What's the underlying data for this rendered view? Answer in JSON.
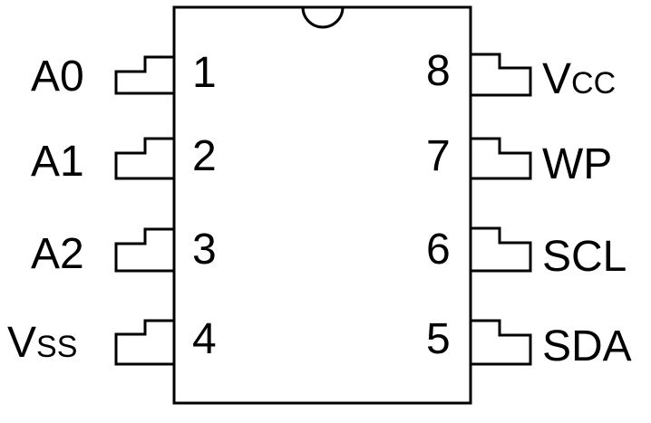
{
  "left_pins": [
    {
      "number": "1",
      "name_main": "A0",
      "name_sub": ""
    },
    {
      "number": "2",
      "name_main": "A1",
      "name_sub": ""
    },
    {
      "number": "3",
      "name_main": "A2",
      "name_sub": ""
    },
    {
      "number": "4",
      "name_main": "V",
      "name_sub": "SS"
    }
  ],
  "right_pins": [
    {
      "number": "8",
      "name_main": "V",
      "name_sub": "CC"
    },
    {
      "number": "7",
      "name_main": "WP",
      "name_sub": ""
    },
    {
      "number": "6",
      "name_main": "SCL",
      "name_sub": ""
    },
    {
      "number": "5",
      "name_main": "SDA",
      "name_sub": ""
    }
  ],
  "colors": {
    "stroke": "#000000",
    "background": "#ffffff"
  }
}
